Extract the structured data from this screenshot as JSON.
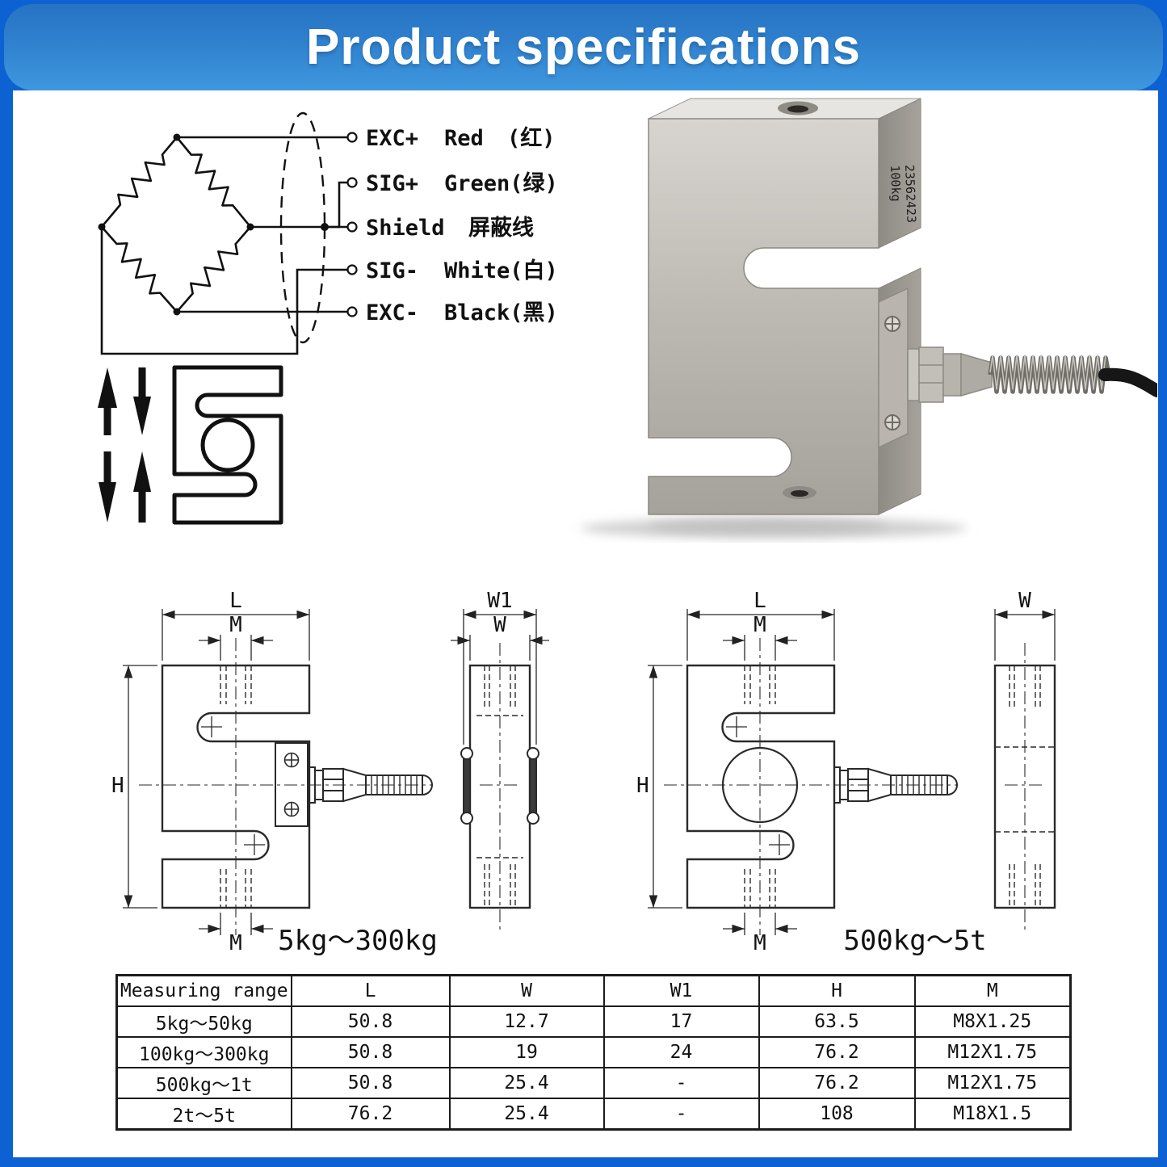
{
  "page": {
    "title": "Product specifications",
    "colors": {
      "frame_blue": "#0c62d2",
      "header_gradient_top": "#2673c3",
      "header_gradient_bottom": "#3f97de",
      "content_background": "#ffffff",
      "line_color": "#1c1c1c"
    }
  },
  "wiring_diagram": {
    "labels": [
      {
        "pin": "EXC+",
        "name": "Red",
        "cn": "(红)"
      },
      {
        "pin": "SIG+",
        "name": "Green(绿)",
        "cn": ""
      },
      {
        "pin": "Shield",
        "name": "屏蔽线",
        "cn": ""
      },
      {
        "pin": "SIG-",
        "name": "White(白)",
        "cn": ""
      },
      {
        "pin": "EXC-",
        "name": "Black(黑)",
        "cn": ""
      }
    ]
  },
  "product_photo": {
    "engraving": [
      "23562423",
      "100kg"
    ]
  },
  "drawings": {
    "dim_labels": {
      "L": "L",
      "M": "M",
      "H": "H",
      "W": "W",
      "W1": "W1"
    },
    "left_caption": "5kg～300kg",
    "right_caption": "500kg～5t"
  },
  "spec_table": {
    "headers": [
      "Measuring range",
      "L",
      "W",
      "W1",
      "H",
      "M"
    ],
    "rows": [
      [
        "5kg～50kg",
        "50.8",
        "12.7",
        "17",
        "63.5",
        "M8X1.25"
      ],
      [
        "100kg～300kg",
        "50.8",
        "19",
        "24",
        "76.2",
        "M12X1.75"
      ],
      [
        "500kg～1t",
        "50.8",
        "25.4",
        "-",
        "76.2",
        "M12X1.75"
      ],
      [
        "2t～5t",
        "76.2",
        "25.4",
        "-",
        "108",
        "M18X1.5"
      ]
    ]
  }
}
